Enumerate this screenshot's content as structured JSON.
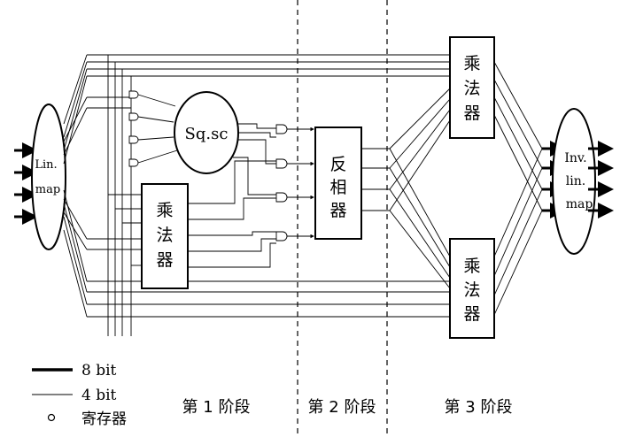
{
  "blocks": {
    "lin_map_label": [
      "Lin.",
      "map"
    ],
    "sqsc_label": "Sq.sc",
    "mult_left_label": [
      "乘",
      "法",
      "器"
    ],
    "inverter_label": [
      "反",
      "相",
      "器"
    ],
    "mult_top_label": [
      "乘",
      "法",
      "器"
    ],
    "mult_bottom_label": [
      "乘",
      "法",
      "器"
    ],
    "inv_lin_map_label": [
      "Inv.",
      "lin.",
      "map"
    ]
  },
  "stages": [
    "第 1 阶段",
    "第 2 阶段",
    "第 3 阶段"
  ],
  "legend": {
    "thick_label": "8 bit",
    "thin_label": "4 bit",
    "register_label": "寄存器"
  },
  "colors": {
    "line": "#000000",
    "background": "#ffffff"
  }
}
